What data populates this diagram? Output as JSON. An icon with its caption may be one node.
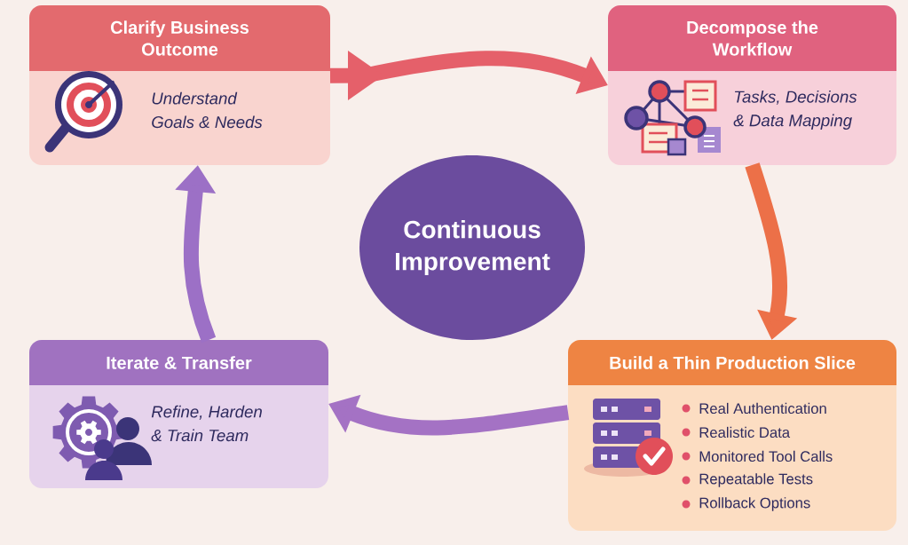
{
  "diagram": {
    "nodes": [
      {
        "text": [
          "Clarify Business Outcome",
          "Understand Goals & Needs"
        ]
      },
      {
        "text": [
          "Decompose the Workflow",
          "Tasks, Decisions & Data Mapping"
        ]
      },
      {
        "text": [
          "Build a Thin Production Slice",
          "Real Authentication",
          "Realistic Data",
          "Monitored Tool Calls",
          "Repeatable Tests",
          "Rollback Options"
        ]
      },
      {
        "text": [
          "Iterate & Transfer",
          "Refine, Harden & Train Team"
        ]
      },
      {
        "text": [
          "Continuous Improvement"
        ]
      }
    ],
    "edges": [
      {
        "from": 0,
        "to": 1,
        "arrow": "to",
        "color": "#e5606a"
      },
      {
        "from": 1,
        "to": 2,
        "arrow": "to",
        "color": "#ec7048"
      },
      {
        "from": 2,
        "to": 3,
        "arrow": "to",
        "color": "#a472c4"
      },
      {
        "from": 3,
        "to": 0,
        "arrow": "to",
        "color": "#9c70c6"
      }
    ]
  }
}
